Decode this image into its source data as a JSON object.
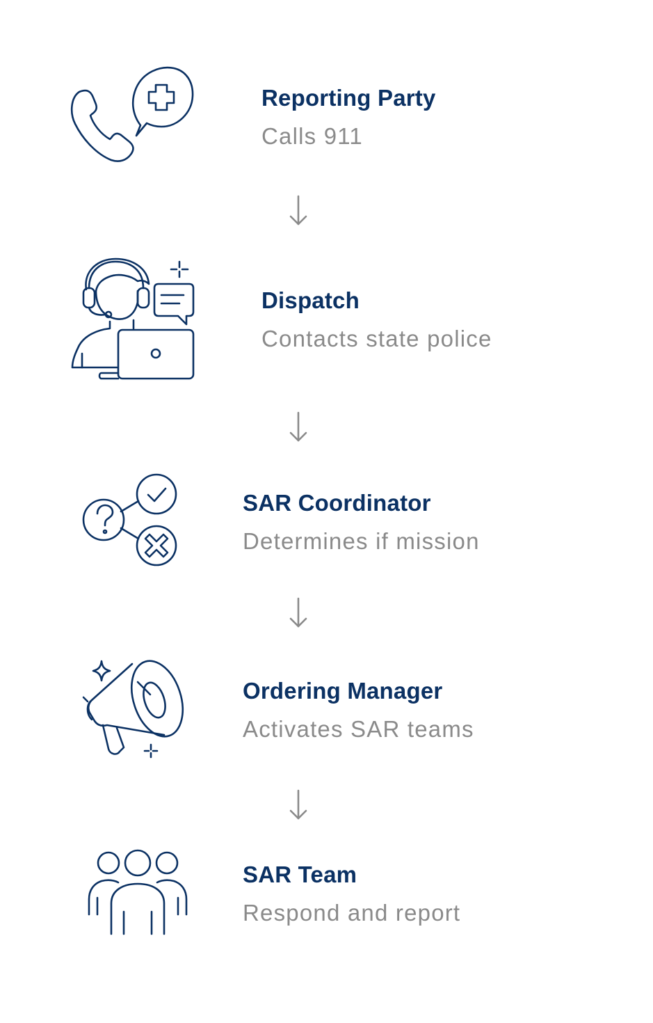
{
  "colors": {
    "title": "#0b3163",
    "description": "#8a8a8a",
    "icon_stroke": "#0b3163",
    "arrow": "#8a8a8a"
  },
  "steps": [
    {
      "title": "Reporting Party",
      "description": "Calls 911",
      "icon": "phone-medical-icon"
    },
    {
      "title": "Dispatch",
      "description": "Contacts state police",
      "icon": "dispatcher-icon"
    },
    {
      "title": "SAR Coordinator",
      "description": "Determines if mission",
      "icon": "decision-icon"
    },
    {
      "title": "Ordering Manager",
      "description": "Activates SAR teams",
      "icon": "megaphone-icon"
    },
    {
      "title": "SAR Team",
      "description": "Respond and report",
      "icon": "team-icon"
    }
  ],
  "connectors": [
    {
      "icon": "arrow-down-icon"
    },
    {
      "icon": "arrow-down-icon"
    },
    {
      "icon": "arrow-down-icon"
    },
    {
      "icon": "arrow-down-icon"
    }
  ]
}
